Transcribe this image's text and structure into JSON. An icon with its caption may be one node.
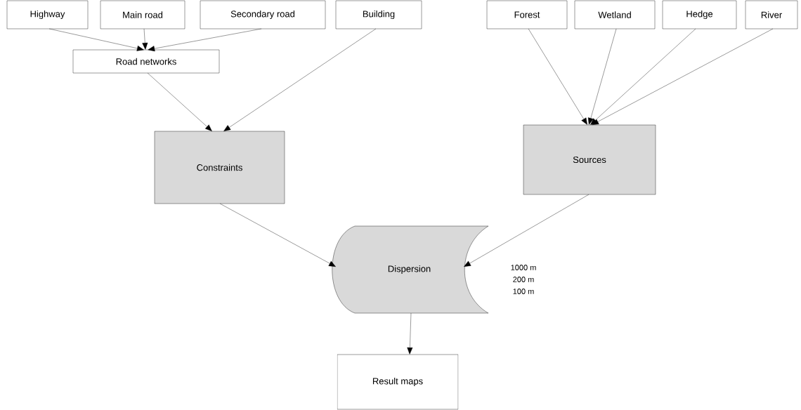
{
  "diagram": {
    "nodes": [
      {
        "text": [
          "Highway"
        ]
      },
      {
        "text": [
          "Main road"
        ]
      },
      {
        "text": [
          "Secondary road"
        ]
      },
      {
        "text": [
          "Building"
        ]
      },
      {
        "text": [
          "Forest"
        ]
      },
      {
        "text": [
          "Wetland"
        ]
      },
      {
        "text": [
          "Hedge"
        ]
      },
      {
        "text": [
          "River"
        ]
      },
      {
        "text": [
          "Road networks"
        ]
      },
      {
        "text": [
          "Constraints"
        ]
      },
      {
        "text": [
          "Sources"
        ]
      },
      {
        "text": [
          "Dispersion"
        ],
        "beside": [
          "1000 m",
          "200 m",
          "100 m"
        ]
      },
      {
        "text": [
          "Result maps"
        ]
      }
    ],
    "edges": [
      {
        "from": 0,
        "to": 8,
        "arrow": "to"
      },
      {
        "from": 1,
        "to": 8,
        "arrow": "to"
      },
      {
        "from": 2,
        "to": 8,
        "arrow": "to"
      },
      {
        "from": 8,
        "to": 9,
        "arrow": "to"
      },
      {
        "from": 3,
        "to": 9,
        "arrow": "to"
      },
      {
        "from": 4,
        "to": 10,
        "arrow": "to"
      },
      {
        "from": 5,
        "to": 10,
        "arrow": "to"
      },
      {
        "from": 6,
        "to": 10,
        "arrow": "to"
      },
      {
        "from": 7,
        "to": 10,
        "arrow": "to"
      },
      {
        "from": 9,
        "to": 11,
        "arrow": "to"
      },
      {
        "from": 10,
        "to": 11,
        "arrow": "to"
      },
      {
        "from": 11,
        "to": 12,
        "arrow": "to"
      }
    ]
  }
}
